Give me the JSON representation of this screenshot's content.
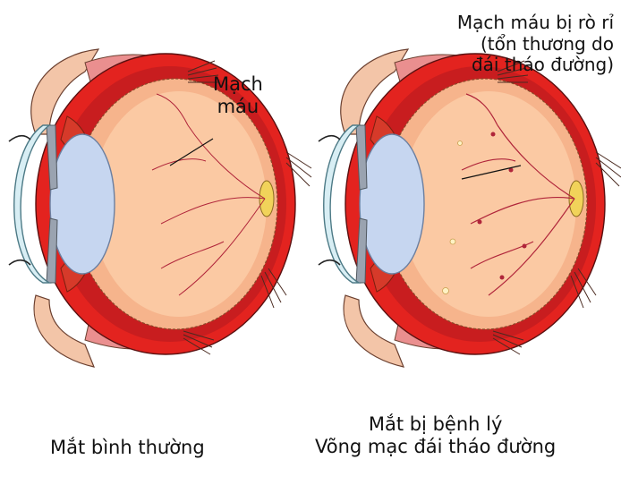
{
  "left_eye": {
    "vessel_label": [
      "Mạch",
      "máu"
    ],
    "caption": "Mắt bình thường"
  },
  "right_eye": {
    "vessel_label": [
      "Mạch máu bị rò rỉ",
      "(tổn thương do",
      "đái tháo đường)"
    ],
    "caption": [
      "Mắt bị bệnh lý",
      "Võng mạc đái tháo đường"
    ]
  },
  "colors": {
    "sclera_red": "#e3231f",
    "choroid_dark": "#b5151a",
    "retina_orange": "#f6b48c",
    "vitreous_peach": "#fbc9a3",
    "lens_blue": "#c6d6f0",
    "cornea_blue": "#d8eef4",
    "muscle_pink": "#e88a8a",
    "vessel": "#b0253a",
    "lesion": "#fff2c4"
  }
}
